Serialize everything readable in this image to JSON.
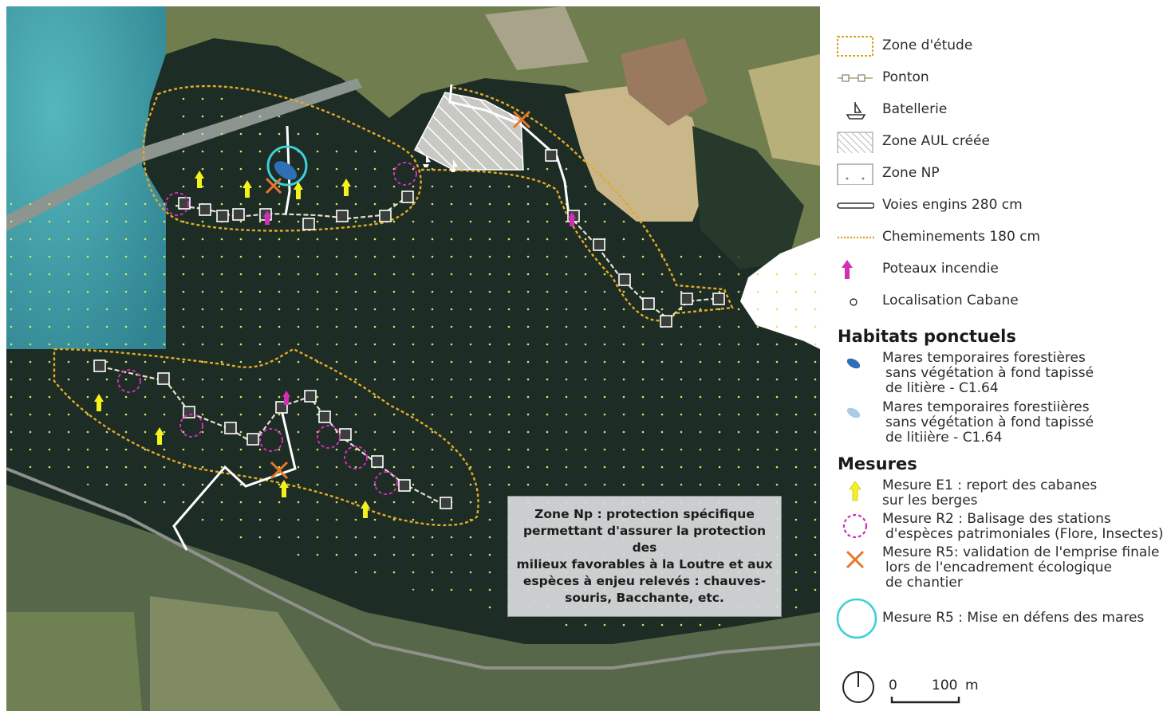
{
  "legend": {
    "items": [
      {
        "id": "zone-etude",
        "label": "Zone d'étude",
        "icon": "dashed-yellow-rect"
      },
      {
        "id": "ponton",
        "label": "Ponton",
        "icon": "ponton-line"
      },
      {
        "id": "batellerie",
        "label": "Batellerie",
        "icon": "boat-icon"
      },
      {
        "id": "zone-aul",
        "label": "Zone AUL créée",
        "icon": "hatched-rect"
      },
      {
        "id": "zone-np",
        "label": "Zone NP",
        "icon": "dotted-rect"
      },
      {
        "id": "voies-engins",
        "label": "Voies engins 280 cm",
        "icon": "white-double-line"
      },
      {
        "id": "cheminements",
        "label": "Cheminements 180 cm",
        "icon": "dotted-orange-line"
      },
      {
        "id": "poteaux",
        "label": "Poteaux incendie",
        "icon": "magenta-arrow"
      },
      {
        "id": "cabane",
        "label": "Localisation Cabane",
        "icon": "small-circle"
      }
    ],
    "habitats": {
      "title": "Habitats ponctuels",
      "items": [
        {
          "lines": [
            "Mares temporaires forestières",
            "sans végétation à fond tapissé",
            "de litière - C1.64"
          ],
          "color": "#2f6fb8"
        },
        {
          "lines": [
            "Mares temporaires forestiières",
            "sans végétation à fond tapissé",
            "de litiière - C1.64"
          ],
          "color": "#a9cbe6"
        }
      ]
    },
    "mesures": {
      "title": "Mesures",
      "items": [
        {
          "lines": [
            "Mesure E1 : report des cabanes",
            "sur les berges"
          ],
          "icon": "yellow-arrow"
        },
        {
          "lines": [
            "Mesure R2 : Balisage des stations",
            "d'espèces patrimoniales (Flore, Insectes)"
          ],
          "icon": "magenta-dashed-circle"
        },
        {
          "lines": [
            "Mesure R5: validation de l'emprise finale",
            "lors de l'encadrement écologique",
            "de chantier"
          ],
          "icon": "orange-cross"
        },
        {
          "lines": [
            "Mesure R5 : Mise en défens des mares"
          ],
          "icon": "cyan-circle"
        }
      ]
    }
  },
  "scale": {
    "zero": "0",
    "value": "100",
    "unit": "m"
  },
  "note": {
    "lines": [
      "Zone Np : protection spécifique",
      "permettant d'assurer la protection des",
      "milieux favorables à la Loutre et aux",
      "espèces à enjeu relevés : chauves-",
      "souris, Bacchante, etc."
    ]
  },
  "colors": {
    "forest": "#1b2b22",
    "water": "#3f9aa4",
    "field": "#6b7a4e",
    "yellow_dash": "#e0a928",
    "magenta": "#d12fb4",
    "orange": "#e8772a",
    "cyan": "#3ed0d6",
    "arrow_yellow": "#f4f21e"
  }
}
